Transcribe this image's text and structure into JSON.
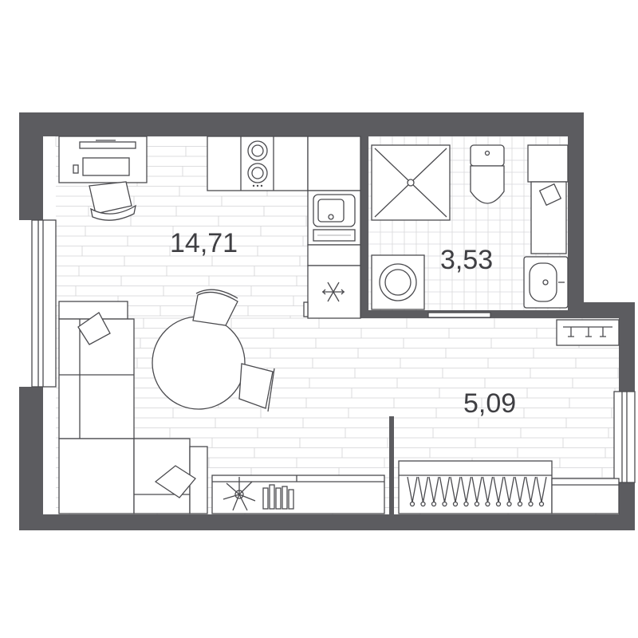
{
  "plan": {
    "rooms": [
      {
        "id": "living-room",
        "area": "14,71"
      },
      {
        "id": "bathroom",
        "area": "3,53"
      },
      {
        "id": "hallway",
        "area": "5,09"
      }
    ]
  },
  "colors": {
    "wall": "#5c5c60",
    "line": "#4a4a4e",
    "background": "#ffffff"
  }
}
